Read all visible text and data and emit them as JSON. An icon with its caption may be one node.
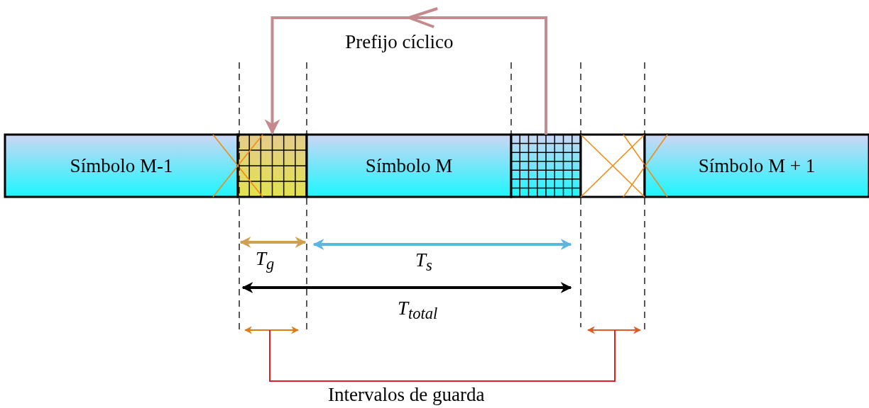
{
  "diagram": {
    "nodes": [
      {
        "text": [
          "Símbolo M-1"
        ]
      },
      {
        "text": [],
        "shape": "box"
      },
      {
        "text": [
          "Símbolo M"
        ]
      },
      {
        "text": [],
        "shape": "box"
      },
      {
        "text": [],
        "shape": "box"
      },
      {
        "text": [
          "Símbolo M + 1"
        ]
      }
    ],
    "edges": [
      {
        "from": 3,
        "to": 1,
        "arrow": "to",
        "label": "Prefijo cíclico"
      }
    ],
    "labels": [
      "T$_{g}$",
      "T$_{s}$",
      "T$_{total}$",
      "Intervalos de guarda"
    ]
  }
}
